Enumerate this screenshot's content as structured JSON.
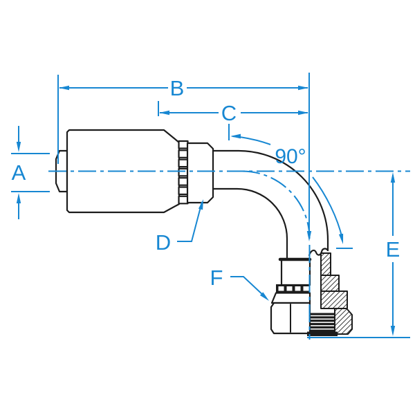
{
  "drawing": {
    "labels": {
      "a": "A",
      "b": "B",
      "c": "C",
      "d": "D",
      "e": "E",
      "f": "F",
      "angle": "90°"
    }
  },
  "colors": {
    "dimension-blue": "#1787d2",
    "line-black": "#1c1c1c",
    "background": "#ffffff"
  }
}
